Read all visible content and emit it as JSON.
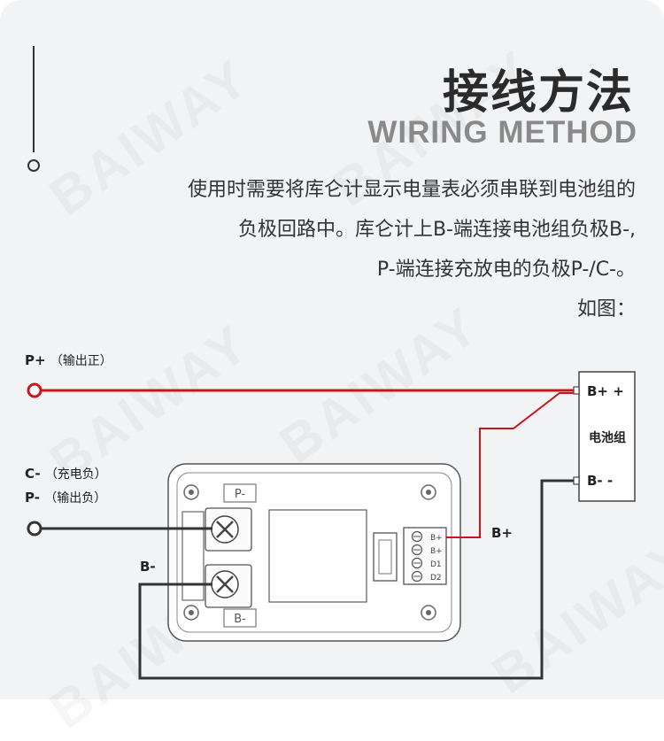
{
  "header": {
    "title": "接线方法",
    "subtitle": "WIRING METHOD",
    "description_lines": [
      "使用时需要将库仑计显示电量表必须串联到电池组的",
      "负极回路中。库仑计上B-端连接电池组负极B-,",
      "P-端连接充放电的负极P-/C-。",
      "如图："
    ]
  },
  "watermark": "BAIWAY",
  "diagram": {
    "p_plus": {
      "label": "P+",
      "note": "（输出正）"
    },
    "c_minus": {
      "label": "C-",
      "note": "（充电负）"
    },
    "p_minus": {
      "label": "P-",
      "note": "（输出负）"
    },
    "b_minus_wire": "B-",
    "b_plus_wire": "B+",
    "battery": {
      "plus": "B+ +",
      "name": "电池组",
      "minus": "B- -"
    },
    "device": {
      "top_terminal": "P-",
      "bottom_terminal": "B-",
      "pins": [
        "B+",
        "B+",
        "D1",
        "D2"
      ]
    },
    "colors": {
      "positive": "#c8161d",
      "negative": "#333333"
    }
  }
}
